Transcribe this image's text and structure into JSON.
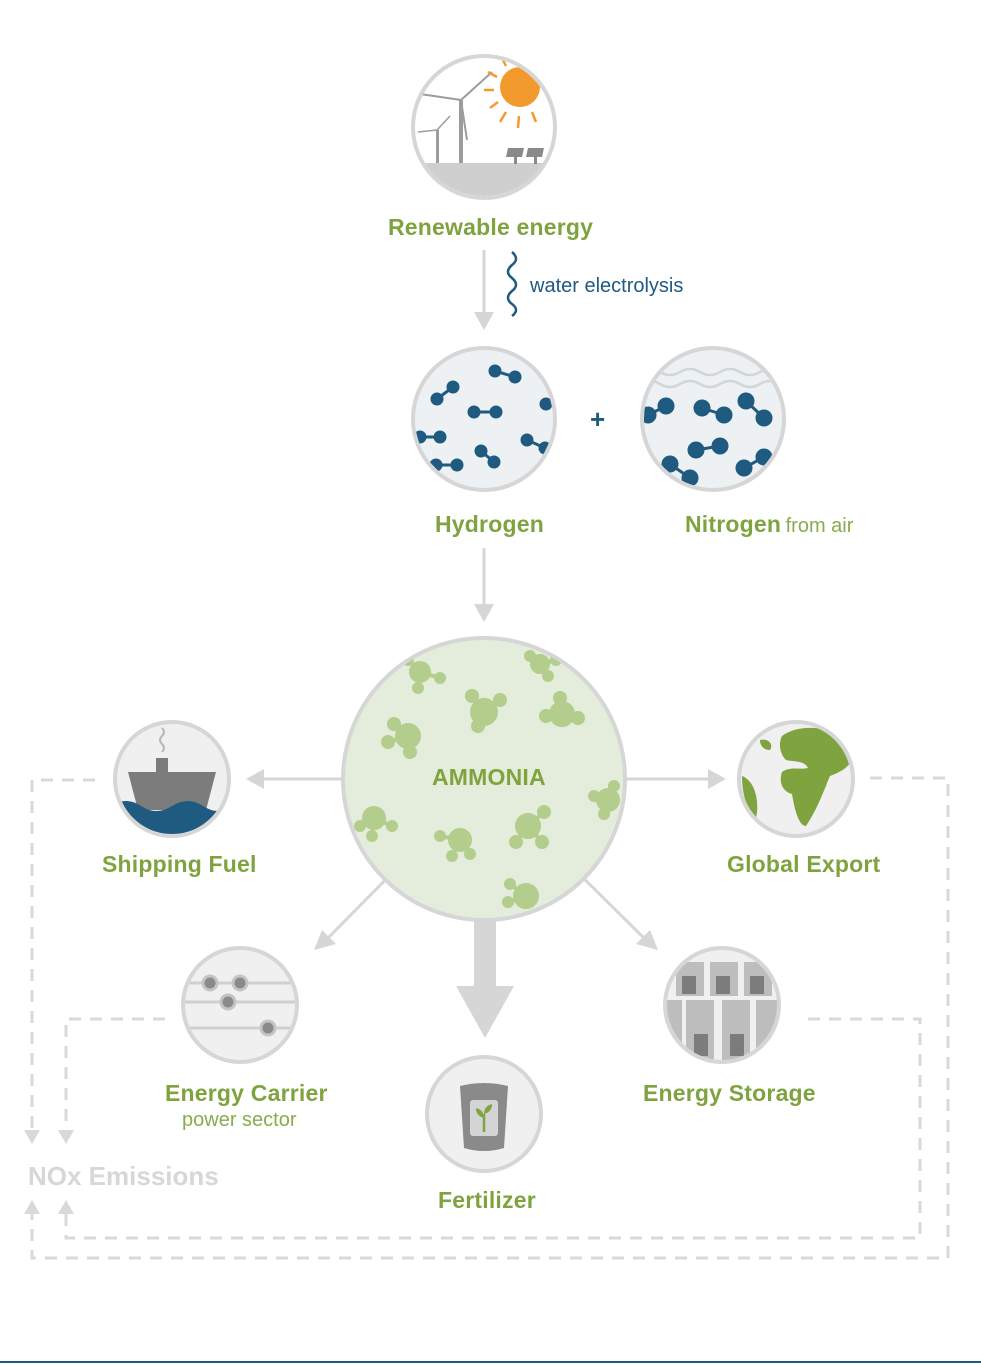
{
  "labels": {
    "renewable": "Renewable energy",
    "electrolysis": "water electrolysis",
    "hydrogen": "Hydrogen",
    "plus": "+",
    "nitrogen": "Nitrogen",
    "from_air": "from air",
    "ammonia": "AMMONIA",
    "shipping": "Shipping Fuel",
    "export": "Global Export",
    "carrier": "Energy Carrier",
    "carrier_sub": "power sector",
    "fertilizer": "Fertilizer",
    "storage": "Energy Storage",
    "nox": "NOx Emissions"
  },
  "colors": {
    "green": "#7ea33f",
    "blue": "#1f5a80",
    "gray": "#d6d6d6",
    "orange": "#f39a2e",
    "ammonia_fill": "#e4eddb"
  }
}
